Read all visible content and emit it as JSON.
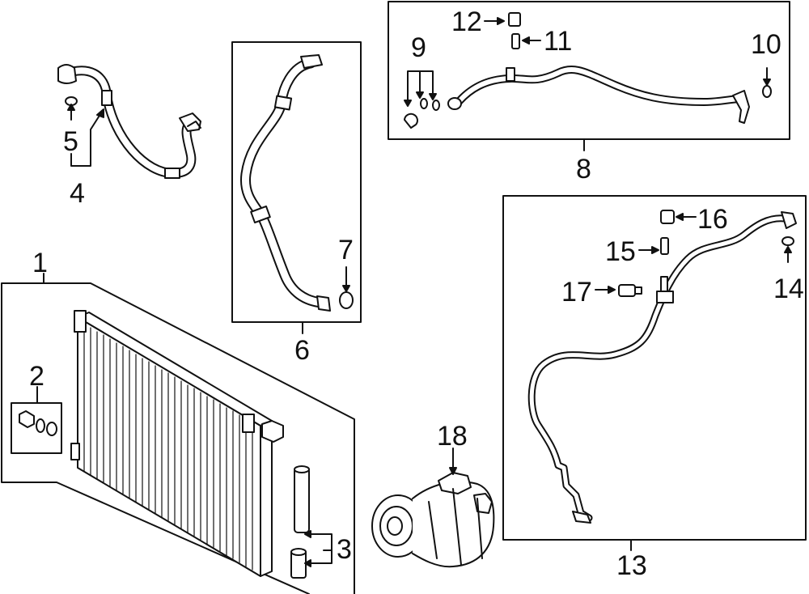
{
  "colors": {
    "line": "#111111",
    "fill": "#ffffff",
    "shade": "#d9d9d9"
  },
  "callouts": {
    "n1": "1",
    "n2": "2",
    "n3": "3",
    "n4": "4",
    "n5": "5",
    "n6": "6",
    "n7": "7",
    "n8": "8",
    "n9": "9",
    "n10": "10",
    "n11": "11",
    "n12": "12",
    "n13": "13",
    "n14": "14",
    "n15": "15",
    "n16": "16",
    "n17": "17",
    "n18": "18"
  }
}
